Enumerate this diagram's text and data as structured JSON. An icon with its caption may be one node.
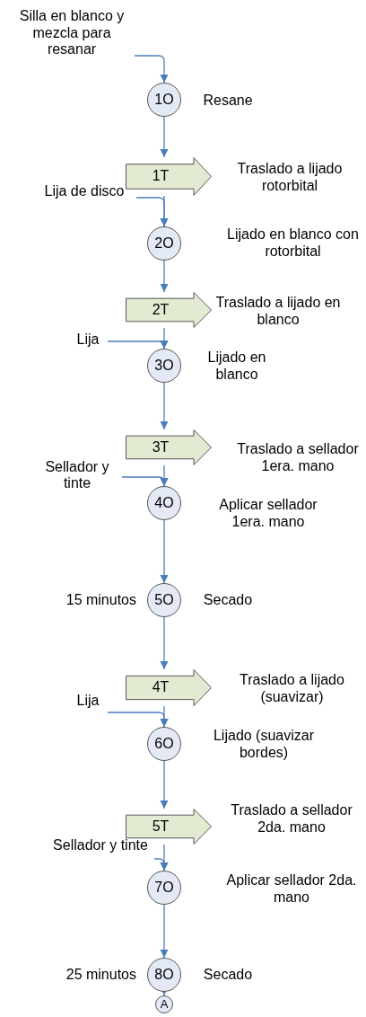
{
  "diagram": {
    "nodes": [
      {
        "text": [
          "Silla en blanco y mezcla para resanar"
        ]
      },
      {
        "text": [
          "1O"
        ],
        "beside": [
          "Resane"
        ]
      },
      {
        "text": [
          "1T"
        ],
        "beside": [
          "Traslado a lijado rotorbital"
        ]
      },
      {
        "text": [
          "Lija de disco"
        ]
      },
      {
        "text": [
          "2O"
        ],
        "beside": [
          "Lijado en blanco con rotorbital"
        ]
      },
      {
        "text": [
          "2T"
        ],
        "beside": [
          "Traslado a lijado en blanco"
        ]
      },
      {
        "text": [
          "Lija"
        ]
      },
      {
        "text": [
          "3O"
        ],
        "beside": [
          "Lijado en blanco"
        ]
      },
      {
        "text": [
          "3T"
        ],
        "beside": [
          "Traslado a sellador 1era. mano"
        ]
      },
      {
        "text": [
          "Sellador y tinte"
        ]
      },
      {
        "text": [
          "4O"
        ],
        "beside": [
          "Aplicar sellador 1era. mano"
        ]
      },
      {
        "text": [
          "5O"
        ],
        "beside": [
          "15 minutos",
          "Secado"
        ]
      },
      {
        "text": [
          "4T"
        ],
        "beside": [
          "Traslado a lijado (suavizar)"
        ]
      },
      {
        "text": [
          "Lija"
        ]
      },
      {
        "text": [
          "6O"
        ],
        "beside": [
          "Lijado (suavizar bordes)"
        ]
      },
      {
        "text": [
          "5T"
        ],
        "beside": [
          "Traslado a sellador 2da. mano"
        ]
      },
      {
        "text": [
          "Sellador y tinte"
        ]
      },
      {
        "text": [
          "7O"
        ],
        "beside": [
          "Aplicar sellador 2da. mano"
        ]
      },
      {
        "text": [
          "8O"
        ],
        "beside": [
          "25 minutos",
          "Secado"
        ]
      },
      {
        "text": [
          "A"
        ]
      }
    ],
    "edges": [
      {
        "from": 0,
        "to": 1,
        "arrow": "to"
      },
      {
        "from": 1,
        "to": 2,
        "arrow": "to"
      },
      {
        "from": 2,
        "to": 4,
        "arrow": "to"
      },
      {
        "from": 3,
        "to": 4,
        "arrow": "to"
      },
      {
        "from": 4,
        "to": 5,
        "arrow": "to"
      },
      {
        "from": 5,
        "to": 7,
        "arrow": "to"
      },
      {
        "from": 6,
        "to": 7,
        "arrow": "to"
      },
      {
        "from": 7,
        "to": 8,
        "arrow": "to"
      },
      {
        "from": 8,
        "to": 10,
        "arrow": "to"
      },
      {
        "from": 9,
        "to": 10,
        "arrow": "to"
      },
      {
        "from": 10,
        "to": 11,
        "arrow": "to"
      },
      {
        "from": 11,
        "to": 12,
        "arrow": "to"
      },
      {
        "from": 12,
        "to": 14,
        "arrow": "to"
      },
      {
        "from": 13,
        "to": 14,
        "arrow": "to"
      },
      {
        "from": 14,
        "to": 15,
        "arrow": "to"
      },
      {
        "from": 15,
        "to": 17,
        "arrow": "to"
      },
      {
        "from": 16,
        "to": 17,
        "arrow": "to"
      },
      {
        "from": 17,
        "to": 18,
        "arrow": "to"
      },
      {
        "from": 18,
        "to": 19,
        "arrow": "to"
      }
    ]
  }
}
